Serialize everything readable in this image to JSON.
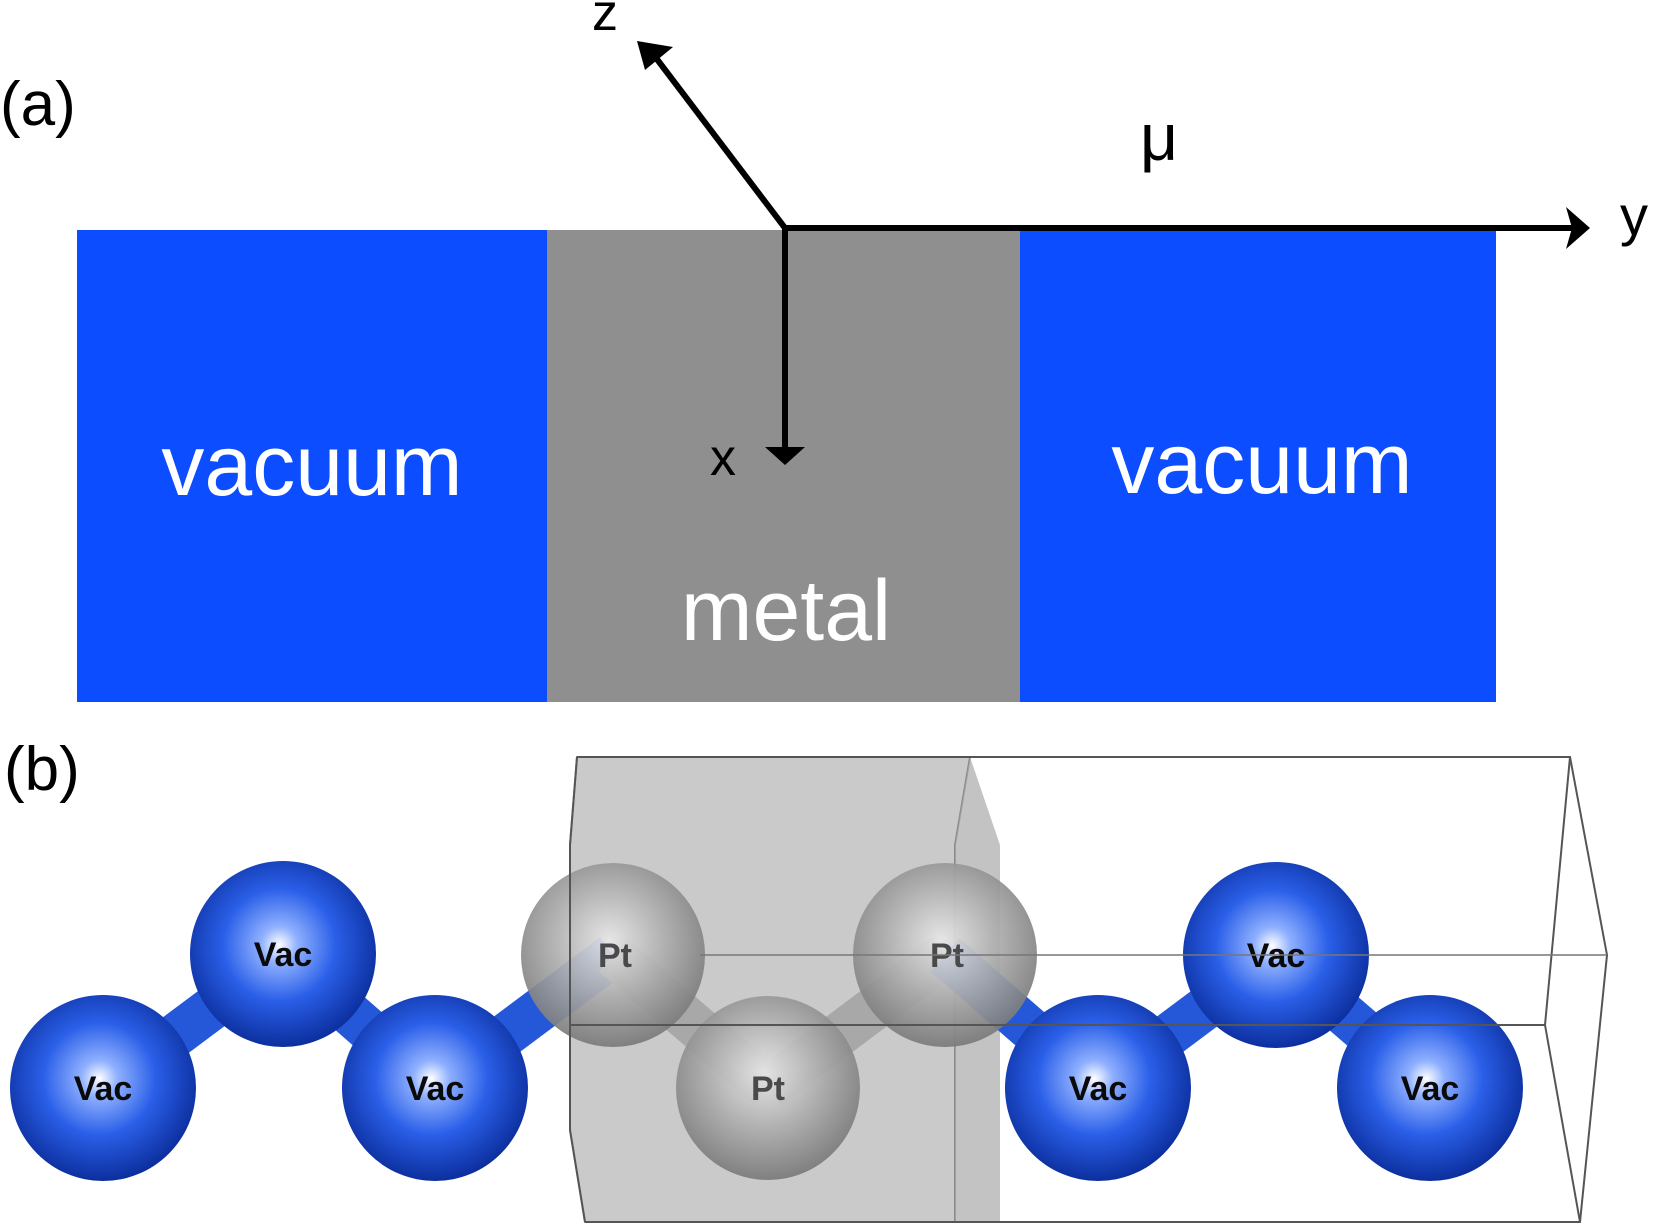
{
  "panel_a": {
    "label": "(a)",
    "regions": {
      "left": "vacuum",
      "middle": "metal",
      "right": "vacuum"
    },
    "axes": {
      "z": "z",
      "y": "y",
      "x": "x"
    },
    "mu": "μ"
  },
  "panel_b": {
    "label": "(b)",
    "atoms": [
      "Vac",
      "Vac",
      "Vac",
      "Pt",
      "Pt",
      "Pt",
      "Vac",
      "Vac",
      "Vac"
    ]
  },
  "colors": {
    "vacuum": "#0b4dff",
    "metal": "#8f8f8f",
    "vac_atom": "#1f5fe0",
    "pt_atom": "#a8a8a8",
    "axis": "#000000"
  }
}
